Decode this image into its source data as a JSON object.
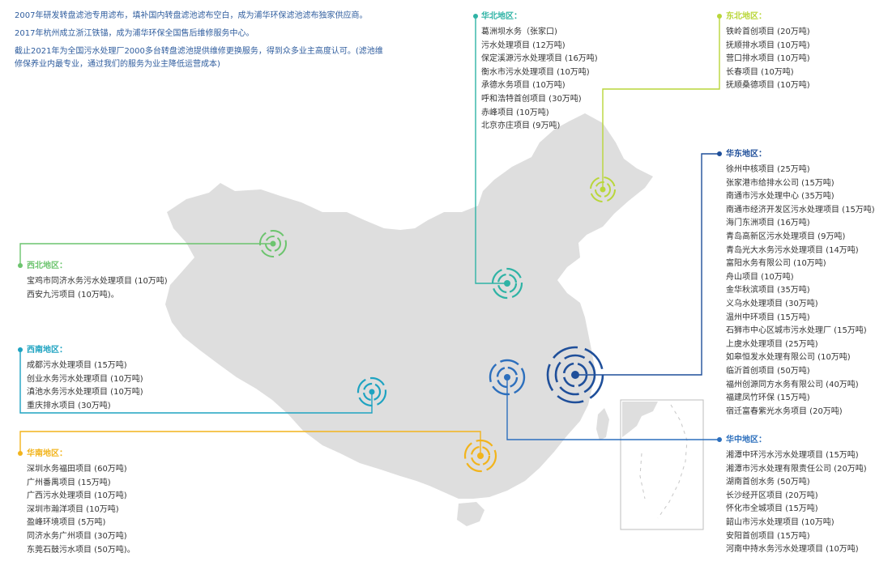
{
  "intro": [
    "2007年研发转盘滤池专用滤布，填补国内转盘滤池滤布空白，成为浦华环保滤池滤布独家供应商。",
    "2017年杭州成立浙江铁锚，成为浦华环保全国售后维修服务中心。",
    "截止2021年为全国污水处理厂2000多台转盘滤池提供维修更换服务，得到众多业主高度认可。(滤池维修保养业内最专业，通过我们的服务为业主降低运营成本)"
  ],
  "colors": {
    "north": "#2fb3a5",
    "northeast": "#b9d63a",
    "east": "#1f4f9a",
    "northwest": "#6cc46e",
    "southwest": "#1ea3c1",
    "south": "#f2b41c",
    "central": "#2c6fbd",
    "intro_text": "#2f5d9e",
    "map_fill": "#dedede"
  },
  "regions": {
    "north": {
      "title": "华北地区：",
      "items": [
        "葛洲坝水务（张家口)",
        "污水处理项目 (12万吨)",
        "保定溪源污水处理项目 (16万吨)",
        "衡水市污水处理项目 (10万吨)",
        "承德水务项目 (10万吨)",
        "呼和浩特首创项目 (30万吨)",
        "赤峰项目 (10万吨)",
        "北京亦庄项目 (9万吨)"
      ]
    },
    "northeast": {
      "title": "东北地区：",
      "items": [
        "铁岭首创项目 (20万吨)",
        "抚顺排水项目 (10万吨)",
        "营口排水项目 (10万吨)",
        "长春项目 (10万吨)",
        "抚顺桑德项目 (10万吨)"
      ]
    },
    "east": {
      "title": "华东地区：",
      "items": [
        "徐州中核项目 (25万吨)",
        "张家港市给排水公司 (15万吨)",
        "南通市污水处理中心 (35万吨)",
        "南通市经济开发区污水处理项目 (15万吨)",
        "海门东洲项目 (16万吨)",
        "青岛高新区污水处理项目 (9万吨)",
        "青岛光大水务污水处理项目 (14万吨)",
        "富阳水务有限公司 (10万吨)",
        "舟山项目 (10万吨)",
        "金华秋滨项目 (35万吨)",
        "义乌水处理项目 (30万吨)",
        "温州中环项目 (15万吨)",
        "石狮市中心区城市污水处理厂 (15万吨)",
        "上虞水处理项目 (25万吨)",
        "如皋恒发水处理有限公司 (10万吨)",
        "临沂首创项目 (50万吨)",
        "福州创源同方水务有限公司 (40万吨)",
        "福建凤竹环保 (15万吨)",
        "宿迁富春紫光水务项目 (20万吨)"
      ]
    },
    "northwest": {
      "title": "西北地区：",
      "items": [
        "宝鸡市同济水务污水处理项目 (10万吨)",
        "西安九污项目 (10万吨)。"
      ]
    },
    "southwest": {
      "title": "西南地区：",
      "items": [
        "成都污水处理项目 (15万吨)",
        "创业水务污水处理项目 (10万吨)",
        "滇池水务污水处理项目 (10万吨)",
        "重庆排水项目 (30万吨)"
      ]
    },
    "south": {
      "title": "华南地区：",
      "items": [
        "深圳水务福田项目 (60万吨)",
        "广州番禺项目 (15万吨)",
        "广西污水处理项目 (10万吨)",
        "深圳市瀚洋项目 (10万吨)",
        "盈峰环境项目 (5万吨)",
        "同济水务广州项目 (30万吨)",
        "东莞石鼓污水项目 (50万吨)。"
      ]
    },
    "central": {
      "title": "华中地区：",
      "items": [
        "湘潭中环污水污水处理项目 (15万吨)",
        "湘潭市污水处理有限责任公司 (20万吨)",
        "湖南首创水务 (50万吨)",
        "长沙经开区项目 (20万吨)",
        "怀化市全城项目 (15万吨)",
        "韶山市污水处理项目 (10万吨)",
        "安阳首创项目 (15万吨)",
        "河南中持水务污水处理项目 (10万吨)"
      ]
    }
  }
}
